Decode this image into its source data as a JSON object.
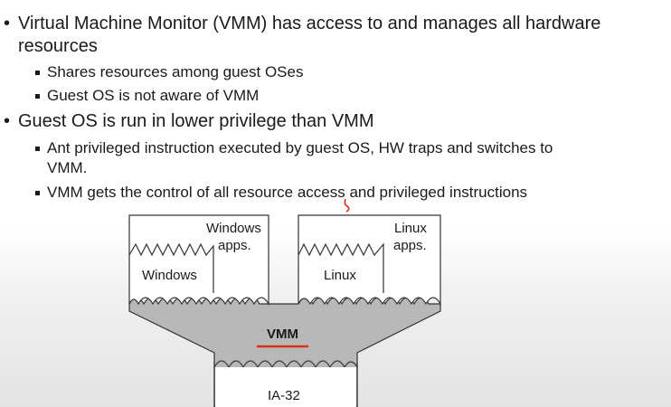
{
  "slide": {
    "bullets": [
      {
        "text_line1": "Virtual Machine Monitor (VMM) has access to and manages all hardware",
        "text_line2": "resources",
        "sub": [
          "Shares resources among guest OSes",
          "Guest OS is not aware of VMM"
        ]
      },
      {
        "text_line1": "Guest OS is run in lower privilege than VMM",
        "sub": [
          "Ant privileged instruction executed by guest OS, HW traps and switches to",
          "VMM.",
          "VMM gets the control of all resource access and privileged instructions"
        ]
      }
    ]
  },
  "diagram": {
    "windows_apps_line1": "Windows",
    "windows_apps_line2": "apps.",
    "windows_os": "Windows",
    "linux_apps_line1": "Linux",
    "linux_apps_line2": "apps.",
    "linux_os": "Linux",
    "vmm": "VMM",
    "hardware": "IA-32",
    "colors": {
      "vmm_fill": "#b8b8b8",
      "underline": "#d9301c",
      "annotation": "#d9301c"
    }
  }
}
